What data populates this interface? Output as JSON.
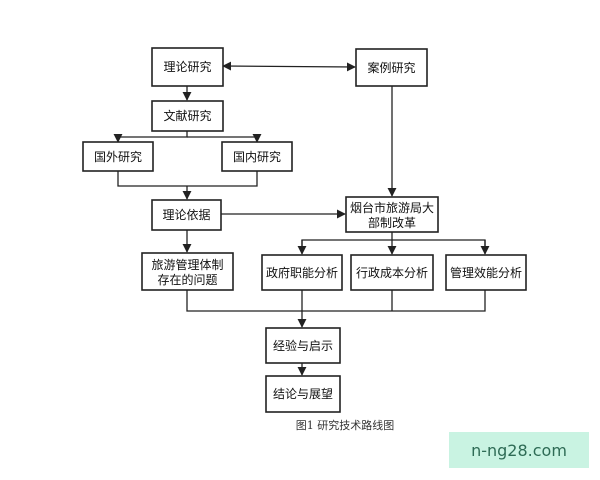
{
  "diagram": {
    "nodes": {
      "theory_research": "理论研究",
      "case_research": "案例研究",
      "literature_research": "文献研究",
      "foreign_research": "国外研究",
      "domestic_research": "国内研究",
      "theoretical_basis": "理论依据",
      "yantai_reform": [
        "烟台市旅游局大",
        "部制改革"
      ],
      "tourism_problems": [
        "旅游管理体制",
        "存在的问题"
      ],
      "gov_function": "政府职能分析",
      "admin_cost": "行政成本分析",
      "mgmt_efficiency": "管理效能分析",
      "experience": "经验与启示",
      "conclusion": "结论与展望"
    },
    "caption": "图1 研究技术路线图"
  },
  "watermark": "n-ng28.com",
  "colors": {
    "line": "#222222",
    "watermark_bg": "#c9f3e2",
    "watermark_text": "#2e6b55"
  }
}
